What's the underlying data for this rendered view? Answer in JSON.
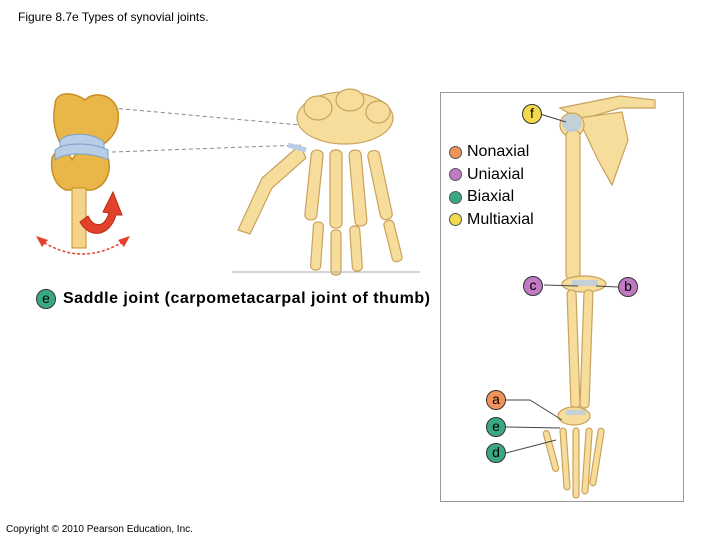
{
  "figure_title": "Figure 8.7e  Types of synovial joints.",
  "copyright": "Copyright © 2010 Pearson Education, Inc.",
  "caption": {
    "letter": "e",
    "text": "Saddle joint (carpometacarpal joint of thumb)"
  },
  "legend": [
    {
      "label": "Nonaxial",
      "color": "#f0935a"
    },
    {
      "label": "Uniaxial",
      "color": "#c079c3"
    },
    {
      "label": "Biaxial",
      "color": "#3aa884"
    },
    {
      "label": "Multiaxial",
      "color": "#f3da4c"
    }
  ],
  "joint_badges": [
    {
      "letter": "f",
      "color": "#f3da4c"
    },
    {
      "letter": "c",
      "color": "#c079c3"
    },
    {
      "letter": "b",
      "color": "#c079c3"
    },
    {
      "letter": "a",
      "color": "#f0935a"
    },
    {
      "letter": "e",
      "color": "#3aa884"
    },
    {
      "letter": "d",
      "color": "#3aa884"
    }
  ],
  "colors": {
    "bone": "#f6dd9c",
    "bone_outline": "#c9a25c",
    "cartilage": "#b8cde6",
    "motion_arrow": "#e4412b"
  }
}
